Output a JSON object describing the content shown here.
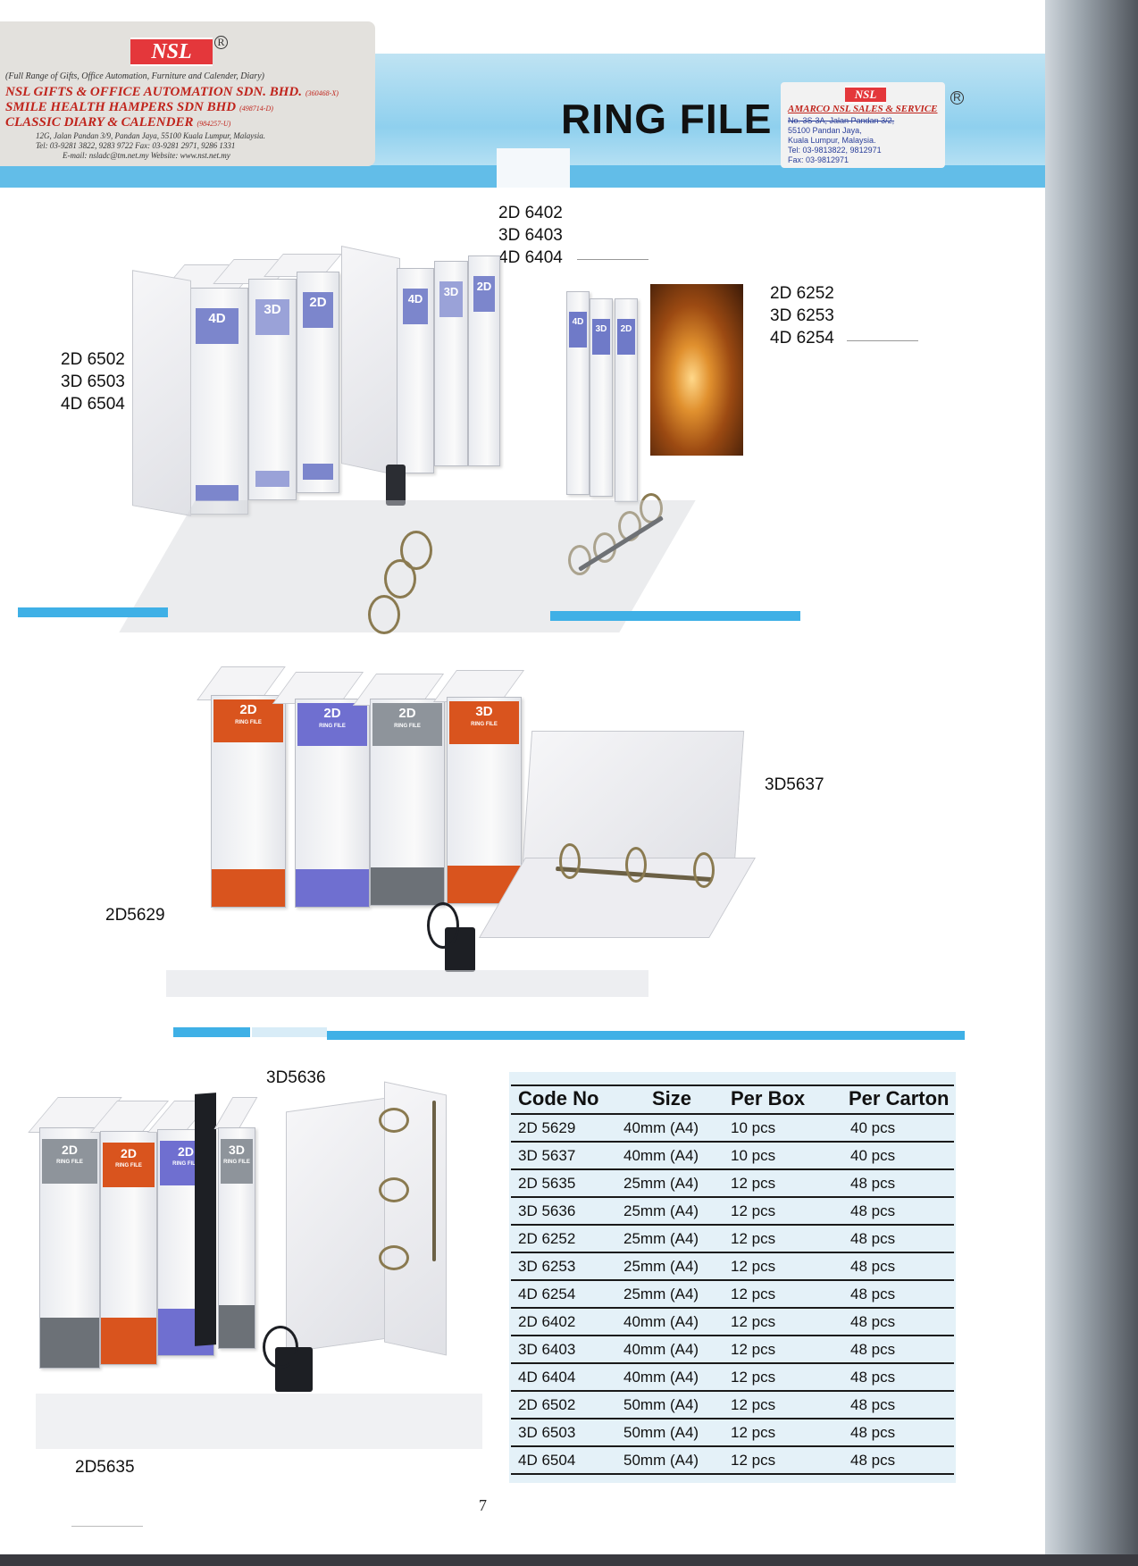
{
  "header": {
    "title": "RING FILE"
  },
  "nsl_sticker": {
    "logo": "NSL",
    "reg_mark": "R",
    "tagline": "(Full Range of Gifts, Office Automation, Furniture and Calender, Diary)",
    "company1": "NSL GIFTS & OFFICE AUTOMATION SDN. BHD.",
    "company1_reg": "(360468-X)",
    "company2": "SMILE HEALTH HAMPERS SDN BHD",
    "company2_reg": "(498714-D)",
    "company3": "CLASSIC DIARY & CALENDER",
    "company3_reg": "(984257-U)",
    "address": "12G, Jalan Pandan 3/9, Pandan Jaya, 55100 Kuala Lumpur, Malaysia.",
    "phone": "Tel: 03-9281 3822, 9283 9722  Fax: 03-9281 2971, 9286 1331",
    "contact": "E-mail: nsladc@tm.net.my   Website: www.nst.net.my"
  },
  "amarco_sticker": {
    "logo": "NSL",
    "reg_mark": "R",
    "name": "AMARCO NSL SALES & SERVICE",
    "address1": "No. 3S-3A, Jalan Pandan 3/2,",
    "address2": "55100 Pandan Jaya,",
    "address3": "Kuala Lumpur, Malaysia.",
    "tel": "Tel: 03-9813822, 9812971",
    "fax": "Fax: 03-9812971"
  },
  "labels": {
    "group_6400": [
      "2D 6402",
      "3D 6403",
      "4D 6404"
    ],
    "group_6250": [
      "2D 6252",
      "3D 6253",
      "4D 6254"
    ],
    "group_6500": [
      "2D 6502",
      "3D 6503",
      "4D 6504"
    ],
    "model_3d5637": "3D5637",
    "model_2d5629": "2D5629",
    "model_3d5636": "3D5636",
    "model_2d5635": "2D5635"
  },
  "binder_spines": {
    "top_left": [
      "4D",
      "3D",
      "2D"
    ],
    "top_mid": [
      "4D",
      "3D",
      "2D"
    ],
    "top_right": [
      "4D",
      "3D",
      "2D"
    ],
    "middle": [
      "2D",
      "2D",
      "2D",
      "3D"
    ],
    "middle_sub": "RING FILE",
    "bottom": [
      "2D",
      "2D",
      "2D",
      "3D"
    ],
    "bottom_sub": "RING FILE"
  },
  "colors": {
    "band": "#8fd0ee",
    "bar": "#3fb0e6",
    "table_bg": "#e4f1f8",
    "orange": "#d9541e",
    "purple": "#6f6fd0",
    "gray": "#8e949b",
    "sticker_red": "#c0241c"
  },
  "table": {
    "headers": [
      "Code No",
      "Size",
      "Per Box",
      "Per Carton"
    ],
    "rows": [
      [
        "2D 5629",
        "40mm (A4)",
        "10 pcs",
        "40 pcs"
      ],
      [
        "3D 5637",
        "40mm (A4)",
        "10 pcs",
        "40 pcs"
      ],
      [
        "2D 5635",
        "25mm (A4)",
        "12 pcs",
        "48 pcs"
      ],
      [
        "3D 5636",
        "25mm (A4)",
        "12 pcs",
        "48 pcs"
      ],
      [
        "2D 6252",
        "25mm (A4)",
        "12 pcs",
        "48 pcs"
      ],
      [
        "3D 6253",
        "25mm (A4)",
        "12 pcs",
        "48 pcs"
      ],
      [
        "4D 6254",
        "25mm (A4)",
        "12 pcs",
        "48 pcs"
      ],
      [
        "2D 6402",
        "40mm (A4)",
        "12 pcs",
        "48 pcs"
      ],
      [
        "3D 6403",
        "40mm (A4)",
        "12 pcs",
        "48 pcs"
      ],
      [
        "4D 6404",
        "40mm (A4)",
        "12 pcs",
        "48 pcs"
      ],
      [
        "2D 6502",
        "50mm (A4)",
        "12 pcs",
        "48 pcs"
      ],
      [
        "3D 6503",
        "50mm (A4)",
        "12 pcs",
        "48 pcs"
      ],
      [
        "4D 6504",
        "50mm (A4)",
        "12 pcs",
        "48 pcs"
      ]
    ]
  },
  "page_number": "7"
}
